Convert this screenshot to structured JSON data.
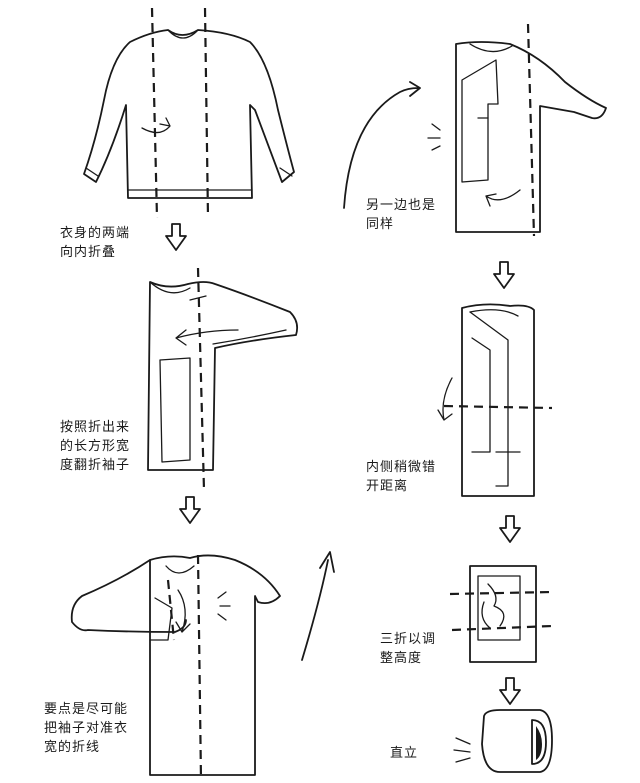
{
  "captions": {
    "step1": {
      "line1": "衣身的两端",
      "line2": "向内折叠"
    },
    "step2": {
      "line1": "按照折出来",
      "line2": "的长方形宽",
      "line3": "度翻折袖子"
    },
    "step3": {
      "line1": "要点是尽可能",
      "line2": "把袖子对准衣",
      "line3": "宽的折线"
    },
    "step4": {
      "line1": "另一边也是",
      "line2": "同样"
    },
    "step5": {
      "line1": "内侧稍微错",
      "line2": "开距离"
    },
    "step6": {
      "line1": "三折以调",
      "line2": "整高度"
    },
    "step7": {
      "line1": "直立"
    }
  },
  "icons": [
    "sweater-illustration",
    "fold-arrow-icon",
    "down-arrow-icon",
    "curved-arrow-icon",
    "impact-lines-icon"
  ],
  "colors": {
    "ink": "#1a1a1a",
    "background": "#ffffff"
  }
}
